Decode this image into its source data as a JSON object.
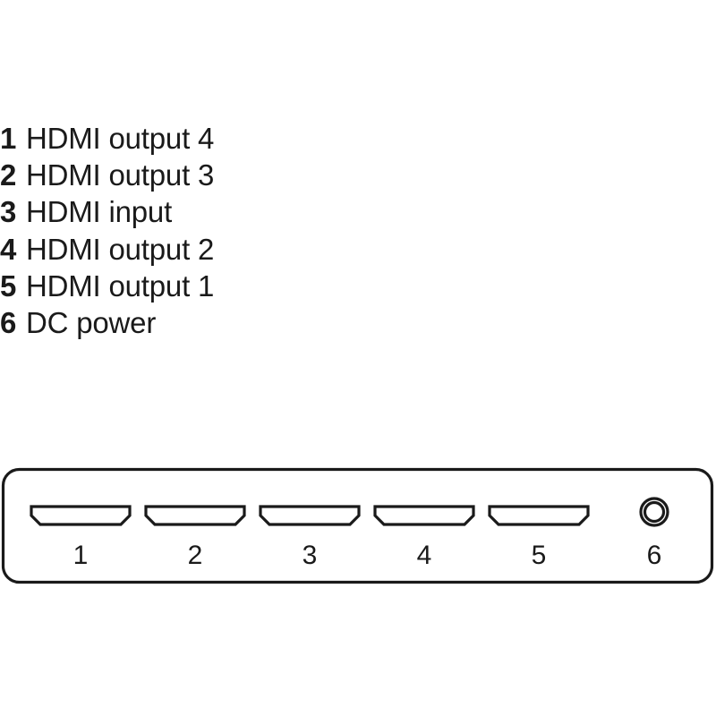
{
  "legend": {
    "items": [
      {
        "number": "1",
        "label": "HDMI output 4"
      },
      {
        "number": "2",
        "label": "HDMI output 3"
      },
      {
        "number": "3",
        "label": "HDMI input"
      },
      {
        "number": "4",
        "label": "HDMI output 2"
      },
      {
        "number": "5",
        "label": "HDMI output 1"
      },
      {
        "number": "6",
        "label": "DC power"
      }
    ]
  },
  "device": {
    "ports": [
      {
        "number": "1",
        "type": "hdmi-port"
      },
      {
        "number": "2",
        "type": "hdmi-port"
      },
      {
        "number": "3",
        "type": "hdmi-port"
      },
      {
        "number": "4",
        "type": "hdmi-port"
      },
      {
        "number": "5",
        "type": "hdmi-port"
      },
      {
        "number": "6",
        "type": "dc-power-jack"
      }
    ]
  },
  "colors": {
    "stroke": "#1a1a1a",
    "background": "#ffffff",
    "text": "#1a1a1a"
  }
}
